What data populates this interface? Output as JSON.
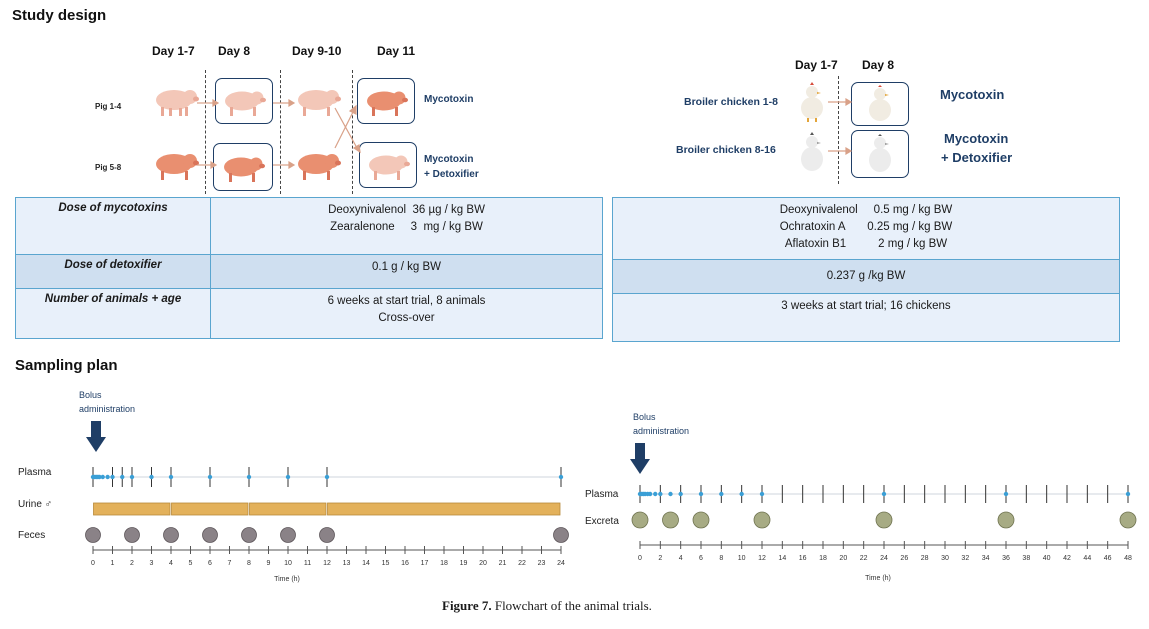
{
  "study_design": {
    "title": "Study design",
    "pig": {
      "days": [
        "Day 1-7",
        "Day 8",
        "Day 9-10",
        "Day 11"
      ],
      "groups": [
        "Pig 1-4",
        "Pig 5-8"
      ],
      "treatments": [
        "Mycotoxin",
        "Mycotoxin",
        "+ Detoxifier"
      ]
    },
    "chicken": {
      "days": [
        "Day 1-7",
        "Day 8"
      ],
      "groups": [
        "Broiler chicken 1-8",
        "Broiler chicken 8-16"
      ],
      "treatments": [
        "Mycotoxin",
        "Mycotoxin",
        "+ Detoxifier"
      ]
    },
    "table": {
      "row_labels": [
        "Dose of mycotoxins",
        "Dose of detoxifier",
        "Number of animals + age"
      ],
      "pig": {
        "mycotoxins": [
          "Deoxynivalenol  36 µg / kg BW",
          "Zearalenone     3  mg / kg BW"
        ],
        "detoxifier": "0.1 g / kg BW",
        "animals": [
          "6 weeks at start trial, 8 animals",
          "Cross-over"
        ]
      },
      "chicken": {
        "mycotoxins": [
          "Deoxynivalenol     0.5 mg / kg BW",
          "Ochratoxin A       0.25 mg / kg BW",
          "Aflatoxin B1          2 mg / kg BW"
        ],
        "detoxifier": "0.237 g /kg BW",
        "animals": "3 weeks at start trial; 16 chickens"
      }
    }
  },
  "sampling_plan": {
    "title": "Sampling plan",
    "bolus_label": [
      "Bolus",
      "administration"
    ],
    "pig": {
      "rows": [
        "Plasma",
        "Urine ♂",
        "Feces"
      ],
      "axis_label": "Time (h)",
      "ticks": [
        0,
        1,
        2,
        3,
        4,
        5,
        6,
        7,
        8,
        9,
        10,
        11,
        12,
        13,
        14,
        15,
        16,
        17,
        18,
        19,
        20,
        21,
        22,
        23,
        24
      ],
      "plasma_points": [
        0,
        0.083,
        0.167,
        0.25,
        0.333,
        0.5,
        0.75,
        1,
        1.5,
        2,
        3,
        4,
        6,
        8,
        10,
        12,
        24
      ],
      "urine_intervals": [
        [
          0,
          4
        ],
        [
          4,
          8
        ],
        [
          8,
          12
        ],
        [
          12,
          24
        ]
      ],
      "feces_points": [
        0,
        2,
        4,
        6,
        8,
        10,
        12,
        24
      ]
    },
    "chicken": {
      "rows": [
        "Plasma",
        "Excreta"
      ],
      "axis_label": "Time (h)",
      "ticks": [
        0,
        2,
        4,
        6,
        8,
        10,
        12,
        14,
        16,
        18,
        20,
        22,
        24,
        26,
        28,
        30,
        32,
        34,
        36,
        38,
        40,
        42,
        44,
        46,
        48
      ],
      "plasma_points": [
        0,
        0.167,
        0.333,
        0.5,
        0.75,
        1,
        1.5,
        2,
        3,
        4,
        6,
        8,
        10,
        12,
        24,
        36,
        48
      ],
      "excreta_points": [
        0,
        3,
        6,
        12,
        24,
        36,
        48
      ]
    }
  },
  "caption": {
    "label": "Figure 7.",
    "text": " Flowchart of the animal trials."
  },
  "colors": {
    "navy": "#1f3e66",
    "table_border": "#5aa5cf",
    "urine_bar": "#e3b15b",
    "feces_circle": "#8a8287",
    "excreta_circle": "#a7ab84",
    "plasma_dot": "#3a9fd6"
  }
}
